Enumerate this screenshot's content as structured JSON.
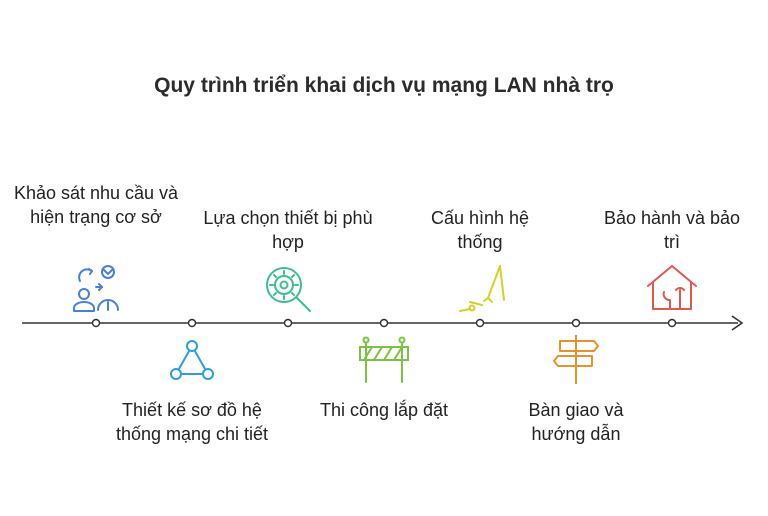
{
  "title": "Quy trình triển khai dịch vụ mạng LAN nhà trọ",
  "steps": [
    {
      "label": "Khảo sát nhu cầu và hiện trạng cơ sở",
      "icon": "survey-people-icon",
      "color": "#4a7fd6"
    },
    {
      "label": "Thiết kế sơ đồ hệ thống mạng chi tiết",
      "icon": "network-triangle-icon",
      "color": "#2a9fd8"
    },
    {
      "label": "Lựa chọn thiết bị phù hợp",
      "icon": "gear-search-icon",
      "color": "#3dbf8f"
    },
    {
      "label": "Thi công lắp đặt",
      "icon": "construction-barrier-icon",
      "color": "#7cc243"
    },
    {
      "label": "Cấu hình hệ thống",
      "icon": "compass-tool-icon",
      "color": "#d6cf2a"
    },
    {
      "label": "Bàn giao và hướng dẫn",
      "icon": "signpost-icon",
      "color": "#e8922e"
    },
    {
      "label": "Bảo hành và bảo trì",
      "icon": "home-repair-icon",
      "color": "#e0584e"
    }
  ]
}
